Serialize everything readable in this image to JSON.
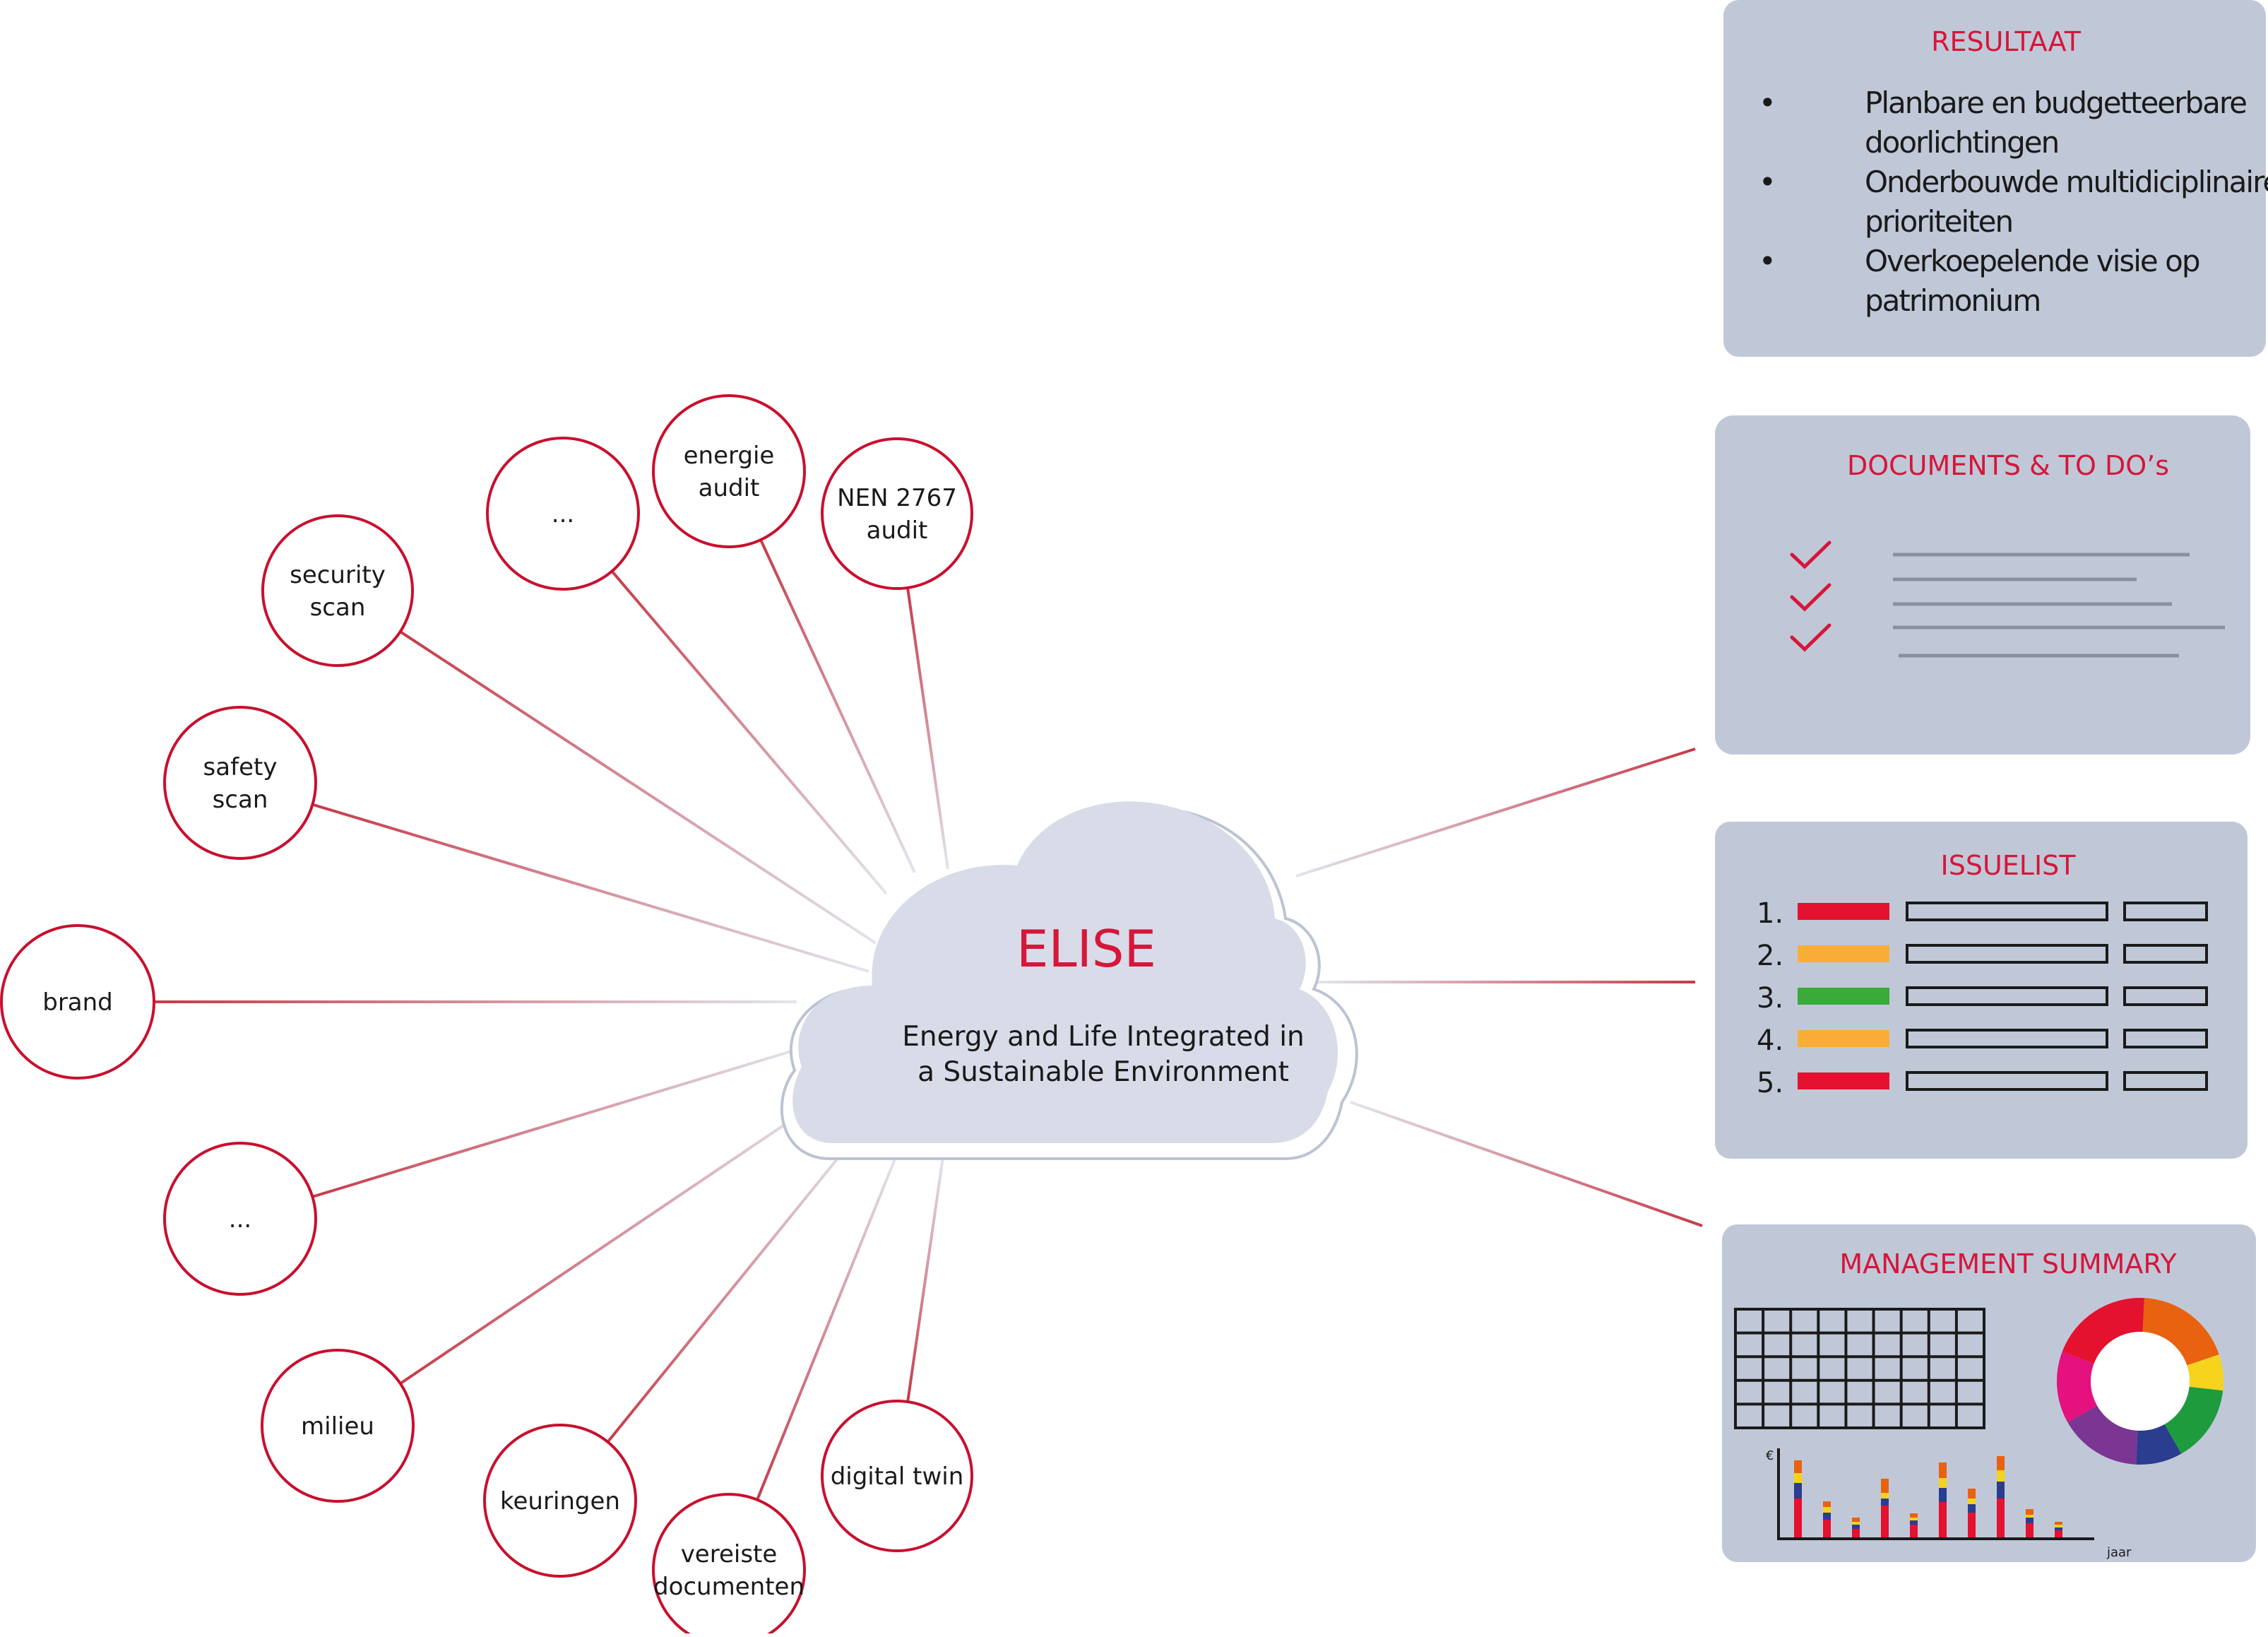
{
  "center": {
    "title": "ELISE",
    "subtitle_line1": "Energy and Life Integrated in",
    "subtitle_line2": "a Sustainable Environment"
  },
  "nodes": [
    {
      "id": "nen-audit",
      "lines": [
        "NEN 2767",
        "audit"
      ]
    },
    {
      "id": "energie-audit",
      "lines": [
        "energie",
        "audit"
      ]
    },
    {
      "id": "ellipsis-top",
      "lines": [
        "..."
      ]
    },
    {
      "id": "security-scan",
      "lines": [
        "security",
        "scan"
      ]
    },
    {
      "id": "safety-scan",
      "lines": [
        "safety",
        "scan"
      ]
    },
    {
      "id": "brand",
      "lines": [
        "brand"
      ]
    },
    {
      "id": "ellipsis-bottom",
      "lines": [
        "..."
      ]
    },
    {
      "id": "milieu",
      "lines": [
        "milieu"
      ]
    },
    {
      "id": "keuringen",
      "lines": [
        "keuringen"
      ]
    },
    {
      "id": "vereiste-documenten",
      "lines": [
        "vereiste",
        "documenten"
      ]
    },
    {
      "id": "digital-twin",
      "lines": [
        "digital twin"
      ]
    }
  ],
  "panels": {
    "resultaat": {
      "title": "RESULTAAT",
      "bullets": [
        [
          "Planbare en budgetteerbare",
          "doorlichtingen"
        ],
        [
          "Onderbouwde multidiciplinaire",
          "prioriteiten"
        ],
        [
          "Overkoepelende visie op",
          "patrimonium"
        ]
      ],
      "bullet_char": "•"
    },
    "documents": {
      "title": "DOCUMENTS & TO DO’s",
      "check_icon": "checkmark-icon"
    },
    "issuelist": {
      "title": "ISSUELIST",
      "items": [
        {
          "number": "1.",
          "color": "#e4112f"
        },
        {
          "number": "2.",
          "color": "#f8ae35"
        },
        {
          "number": "3.",
          "color": "#3aaa3a"
        },
        {
          "number": "4.",
          "color": "#f8ae35"
        },
        {
          "number": "5.",
          "color": "#e4112f"
        }
      ]
    },
    "management": {
      "title": "MANAGEMENT SUMMARY",
      "axis_y_label": "€",
      "axis_x_label": "jaar",
      "donut_colors": [
        "#e8620f",
        "#f6d31c",
        "#1e9b3c",
        "#2a3d8f",
        "#7b3694",
        "#e4117e",
        "#e4112f"
      ]
    }
  },
  "colors": {
    "accent": "#d6163a",
    "node_border": "#c8102e",
    "panel_bg": "#c0c8d8",
    "cloud_fill": "#d8dce8"
  }
}
